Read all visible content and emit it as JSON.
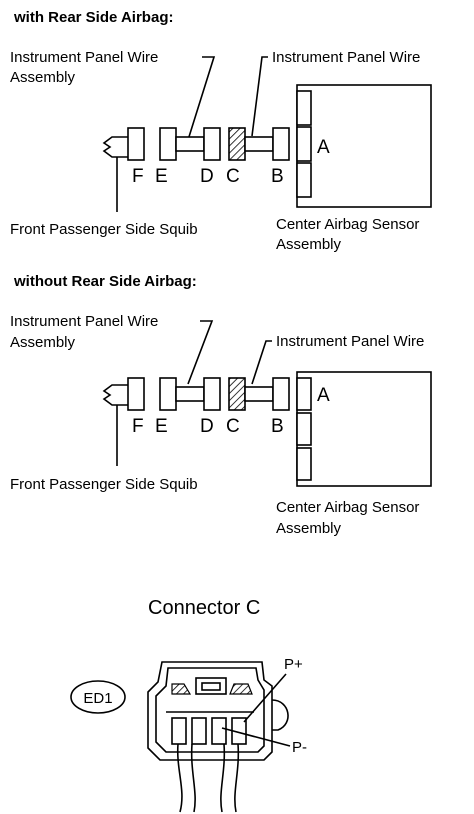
{
  "diagram1": {
    "heading": "with Rear Side Airbag:",
    "label_ip_wire_assembly_line1": "Instrument Panel Wire",
    "label_ip_wire_assembly_line2": "Assembly",
    "label_ip_wire": "Instrument Panel Wire",
    "label_squib": "Front Passenger Side Squib",
    "label_sensor_line1": "Center Airbag Sensor",
    "label_sensor_line2": "Assembly",
    "letters": {
      "F": "F",
      "E": "E",
      "D": "D",
      "C": "C",
      "B": "B",
      "A": "A"
    }
  },
  "diagram2": {
    "heading": "without Rear Side Airbag:",
    "label_ip_wire_assembly_line1": "Instrument Panel Wire",
    "label_ip_wire_assembly_line2": "Assembly",
    "label_ip_wire": "Instrument Panel Wire",
    "label_squib": "Front Passenger Side Squib",
    "label_sensor_line1": "Center Airbag Sensor",
    "label_sensor_line2": "Assembly",
    "letters": {
      "F": "F",
      "E": "E",
      "D": "D",
      "C": "C",
      "B": "B",
      "A": "A"
    }
  },
  "connector": {
    "title": "Connector C",
    "badge": "ED1",
    "pin_plus": "P+",
    "pin_minus": "P-"
  }
}
